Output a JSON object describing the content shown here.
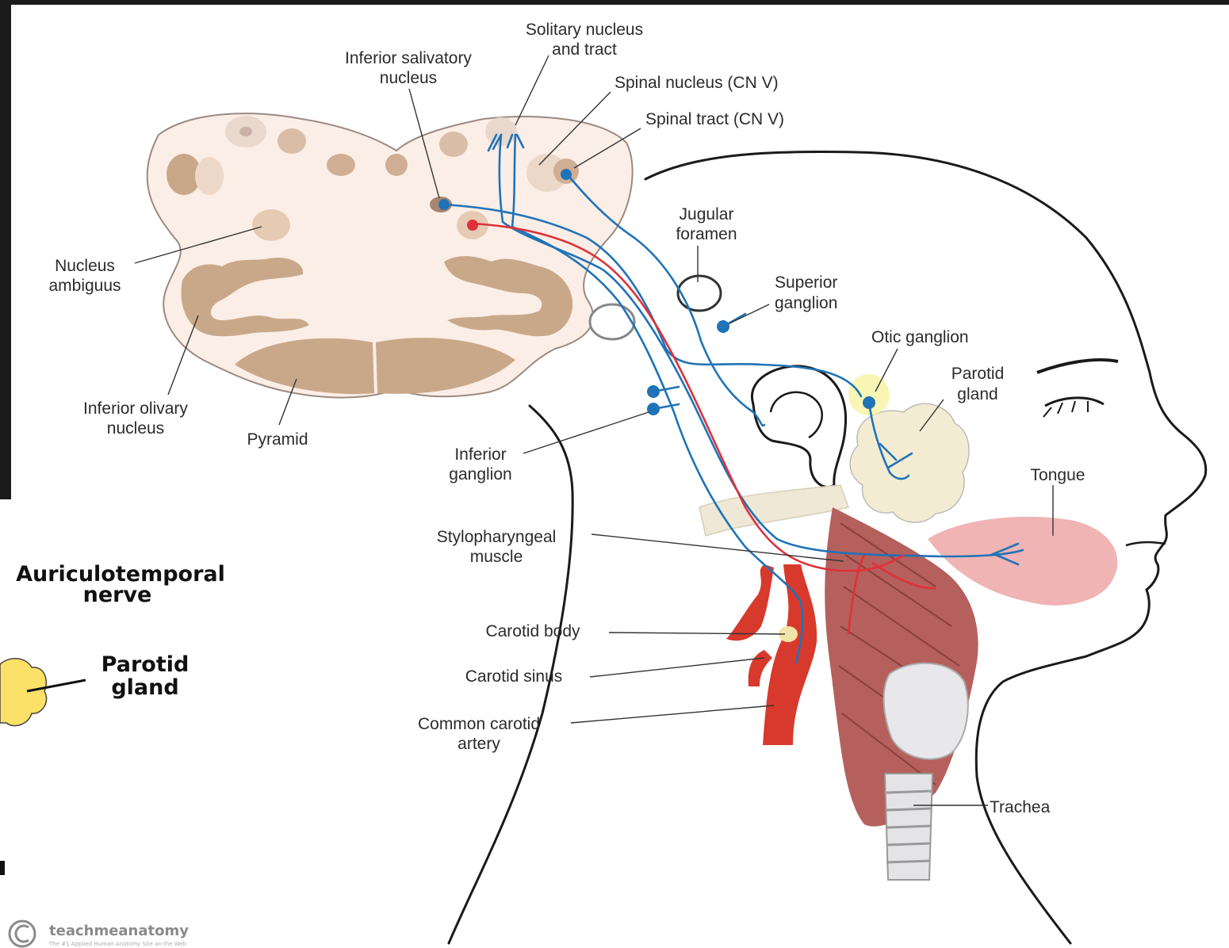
{
  "labels": {
    "solitary_nucleus": [
      "Solitary nucleus",
      "and tract"
    ],
    "inferior_salivatory": [
      "Inferior salivatory",
      "nucleus"
    ],
    "spinal_nucleus": "Spinal nucleus (CN V)",
    "spinal_tract": "Spinal tract (CN V)",
    "jugular_foramen": [
      "Jugular",
      "foramen"
    ],
    "superior_ganglion": [
      "Superior",
      "ganglion"
    ],
    "otic_ganglion": "Otic ganglion",
    "parotid_gland": [
      "Parotid",
      "gland"
    ],
    "nucleus_ambiguus": [
      "Nucleus",
      "ambiguus"
    ],
    "inferior_olivary": [
      "Inferior olivary",
      "nucleus"
    ],
    "pyramid": "Pyramid",
    "inferior_ganglion": [
      "Inferior",
      "ganglion"
    ],
    "tongue": "Tongue",
    "stylopharyngeal": [
      "Stylopharyngeal",
      "muscle"
    ],
    "carotid_body": "Carotid body",
    "carotid_sinus": "Carotid sinus",
    "common_carotid": [
      "Common carotid",
      "artery"
    ],
    "trachea": "Trachea"
  },
  "background_slide": {
    "auriculotemporal": [
      "Auriculotemporal",
      "nerve"
    ],
    "parotid": [
      "Parotid",
      "gland"
    ],
    "watermark": "teachmeanatomy",
    "watermark_sub": "The #1 Applied Human Anatomy Site on the Web"
  },
  "colors": {
    "nerve_blue": "#1f73b7",
    "nerve_red": "#e0303a",
    "medulla_fill": "#fbeee6",
    "nucleus_brown": "#c9a88a",
    "artery_red": "#d73a2c",
    "muscle_red": "#b5605c",
    "gland_cream": "#f4ecd2",
    "tongue_pink": "#f0b4b4",
    "slide_background": "#1b1b1b"
  }
}
